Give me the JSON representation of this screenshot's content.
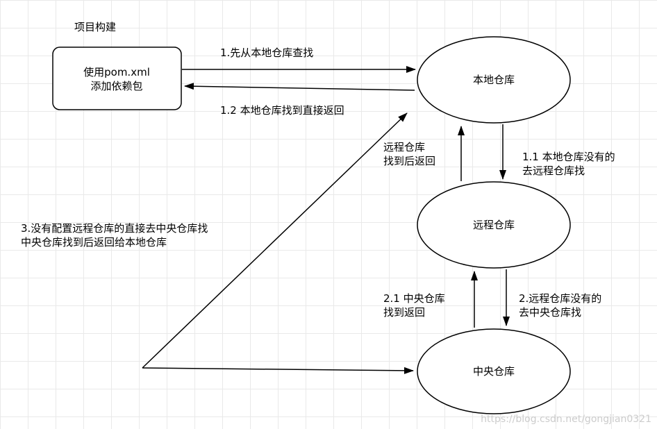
{
  "diagram": {
    "title": "项目构建",
    "pom_node": "使用pom.xml\n添加依赖包",
    "nodes": {
      "local_repo": "本地仓库",
      "remote_repo": "远程仓库",
      "central_repo": "中央仓库"
    },
    "labels": {
      "step1": "1.先从本地仓库查找",
      "step1_2": "1.2 本地仓库找到直接返回",
      "remote_return": "远程仓库\n找到后返回",
      "step1_1": "1.1 本地仓库没有的\n去远程仓库找",
      "step2_1": "2.1 中央仓库\n找到返回",
      "step2": "2.远程仓库没有的\n去中央仓库找",
      "step3": "3.没有配置远程仓库的直接去中央仓库找\n中央仓库找到后返回给本地仓库"
    },
    "watermark": "https://blog.csdn.net/gongjian0321"
  }
}
